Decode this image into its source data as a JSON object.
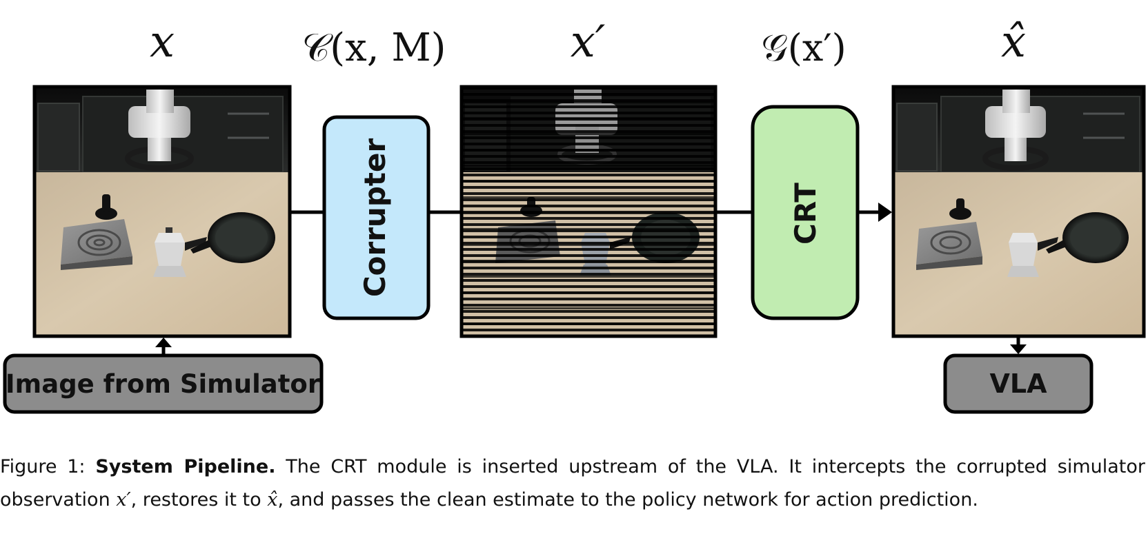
{
  "math_labels": {
    "input": "x",
    "corrupter_fn": "𝒞(x, M)",
    "corrupted": "x′",
    "crt_fn": "𝒢(x′)",
    "restored": "x̂"
  },
  "blocks": {
    "corrupter": {
      "label": "Corrupter",
      "color": "#c4e8fb"
    },
    "crt": {
      "label": "CRT",
      "color": "#c1ecb1"
    },
    "source": {
      "label": "Image from Simulator",
      "color": "#8c8c8c"
    },
    "policy": {
      "label": "VLA",
      "color": "#8c8c8c"
    }
  },
  "images": {
    "clean": {
      "desc": "simulated kitchen scene"
    },
    "corrupted": {
      "desc": "corrupted scene with horizontal stripes"
    },
    "restored": {
      "desc": "restored kitchen scene"
    }
  },
  "caption": {
    "prefix": "Figure 1:",
    "title": "System Pipeline.",
    "line1_rest": "The CRT module is inserted upstream of the VLA. It intercepts the corrupted simulator",
    "line2_a": "observation",
    "line2_var1": "x′",
    "line2_b": ", restores it to",
    "line2_var2": "x̂",
    "line2_c": ", and passes the clean estimate to the policy network for action prediction."
  }
}
